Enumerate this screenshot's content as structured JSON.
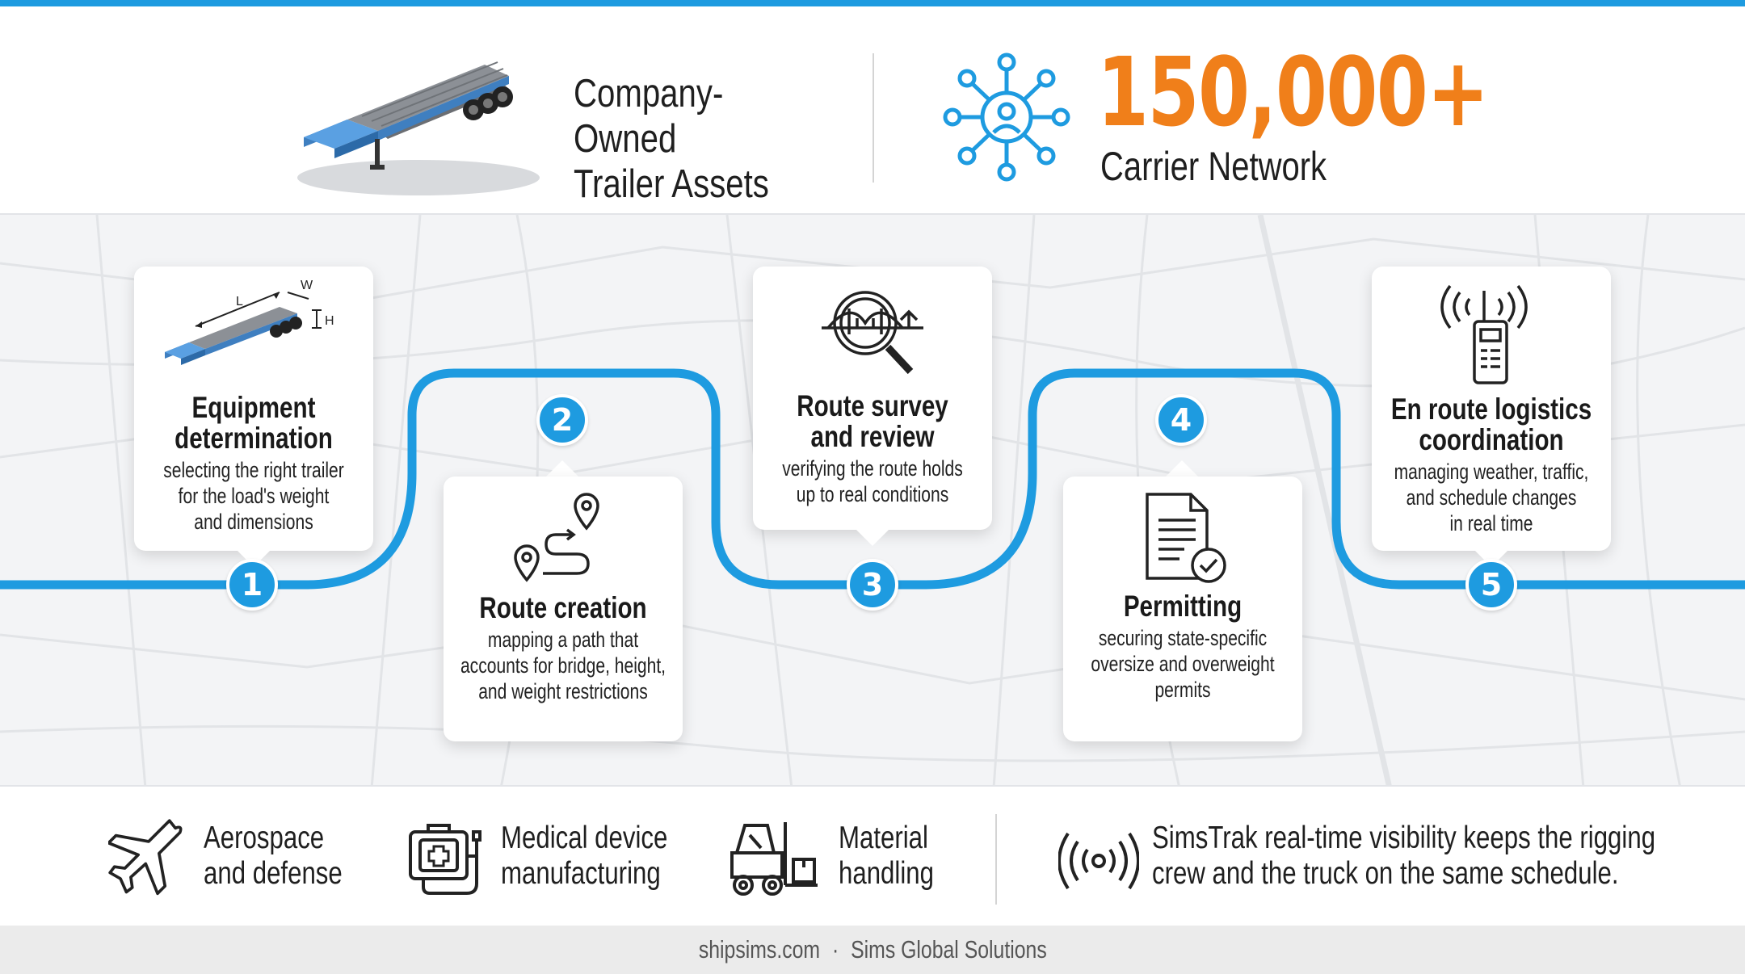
{
  "header": {
    "assets_label_line1": "Company-Owned",
    "assets_label_line2": "Trailer Assets",
    "network_number": "150,000+",
    "network_label": "Carrier Network"
  },
  "steps": [
    {
      "number": "1",
      "title_line1": "Equipment",
      "title_line2": "determination",
      "desc_line1": "selecting the right trailer",
      "desc_line2": "for the load's weight",
      "desc_line3": "and dimensions",
      "icon": "trailer-dimensions-icon",
      "dim_l": "L",
      "dim_w": "W",
      "dim_h": "H"
    },
    {
      "number": "2",
      "title_line1": "Route creation",
      "title_line2": "",
      "desc_line1": "mapping a path that",
      "desc_line2": "accounts for bridge, height,",
      "desc_line3": "and weight restrictions",
      "icon": "route-pins-icon"
    },
    {
      "number": "3",
      "title_line1": "Route survey",
      "title_line2": "and review",
      "desc_line1": "verifying the route holds",
      "desc_line2": "up to real conditions",
      "desc_line3": "",
      "icon": "bridge-magnifier-icon"
    },
    {
      "number": "4",
      "title_line1": "Permitting",
      "title_line2": "",
      "desc_line1": "securing state-specific",
      "desc_line2": "oversize and overweight",
      "desc_line3": "permits",
      "icon": "permit-document-icon"
    },
    {
      "number": "5",
      "title_line1": "En route logistics",
      "title_line2": "coordination",
      "desc_line1": "managing weather, traffic,",
      "desc_line2": "and schedule changes",
      "desc_line3": "in real time",
      "icon": "radio-icon"
    }
  ],
  "industries": [
    {
      "line1": "Aerospace",
      "line2": "and defense",
      "icon": "airplane-icon"
    },
    {
      "line1": "Medical device",
      "line2": "manufacturing",
      "icon": "medical-kit-icon"
    },
    {
      "line1": "Material",
      "line2": "handling",
      "icon": "forklift-icon"
    }
  ],
  "simstrak": {
    "line1": "SimsTrak real-time visibility keeps the rigging",
    "line2": "crew and the truck on the same schedule.",
    "icon": "broadcast-signal-icon"
  },
  "footer": {
    "site": "shipsims.com",
    "separator": "·",
    "company": "Sims Global Solutions"
  },
  "colors": {
    "accent_blue": "#1e9be0",
    "accent_orange": "#f07f1a",
    "trailer_blue": "#4a93d6",
    "text_dark": "#1f1f1f"
  }
}
